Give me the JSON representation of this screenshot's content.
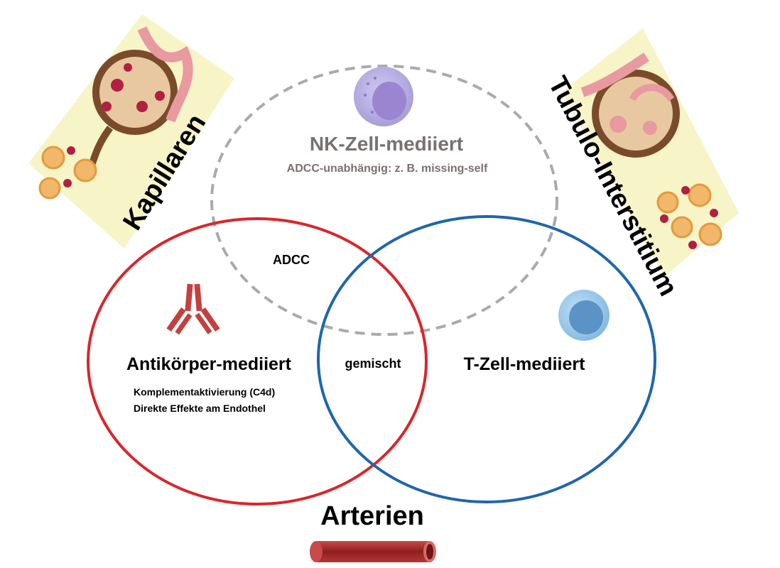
{
  "labels": {
    "kapillaren": "Kapillaren",
    "tubulo": "Tubulo-Interstitium",
    "arterien": "Arterien"
  },
  "nk": {
    "title": "NK-Zell-mediiert",
    "subtitle": "ADCC-unabhängig: z. B. missing-self"
  },
  "antibody": {
    "title": "Antikörper-mediiert",
    "line1": "Komplementaktivierung (C4d)",
    "line2": "Direkte Effekte am Endothel"
  },
  "tcell": {
    "title": "T-Zell-mediiert"
  },
  "overlap": {
    "adcc": "ADCC",
    "mixed": "gemischt"
  },
  "colors": {
    "antibody_circle": "#d9262b",
    "tcell_circle": "#1f66ad",
    "nk_circle": "#aaaaaa",
    "nk_text": "#7b7070",
    "panel_bg": "#f7f4c8",
    "artery": "#a82a2a"
  },
  "icons": [
    "kidney-capillaries-illustration",
    "kidney-tubulointerstitium-illustration",
    "antibody-icon",
    "nk-cell-icon",
    "t-cell-icon",
    "artery-icon"
  ]
}
